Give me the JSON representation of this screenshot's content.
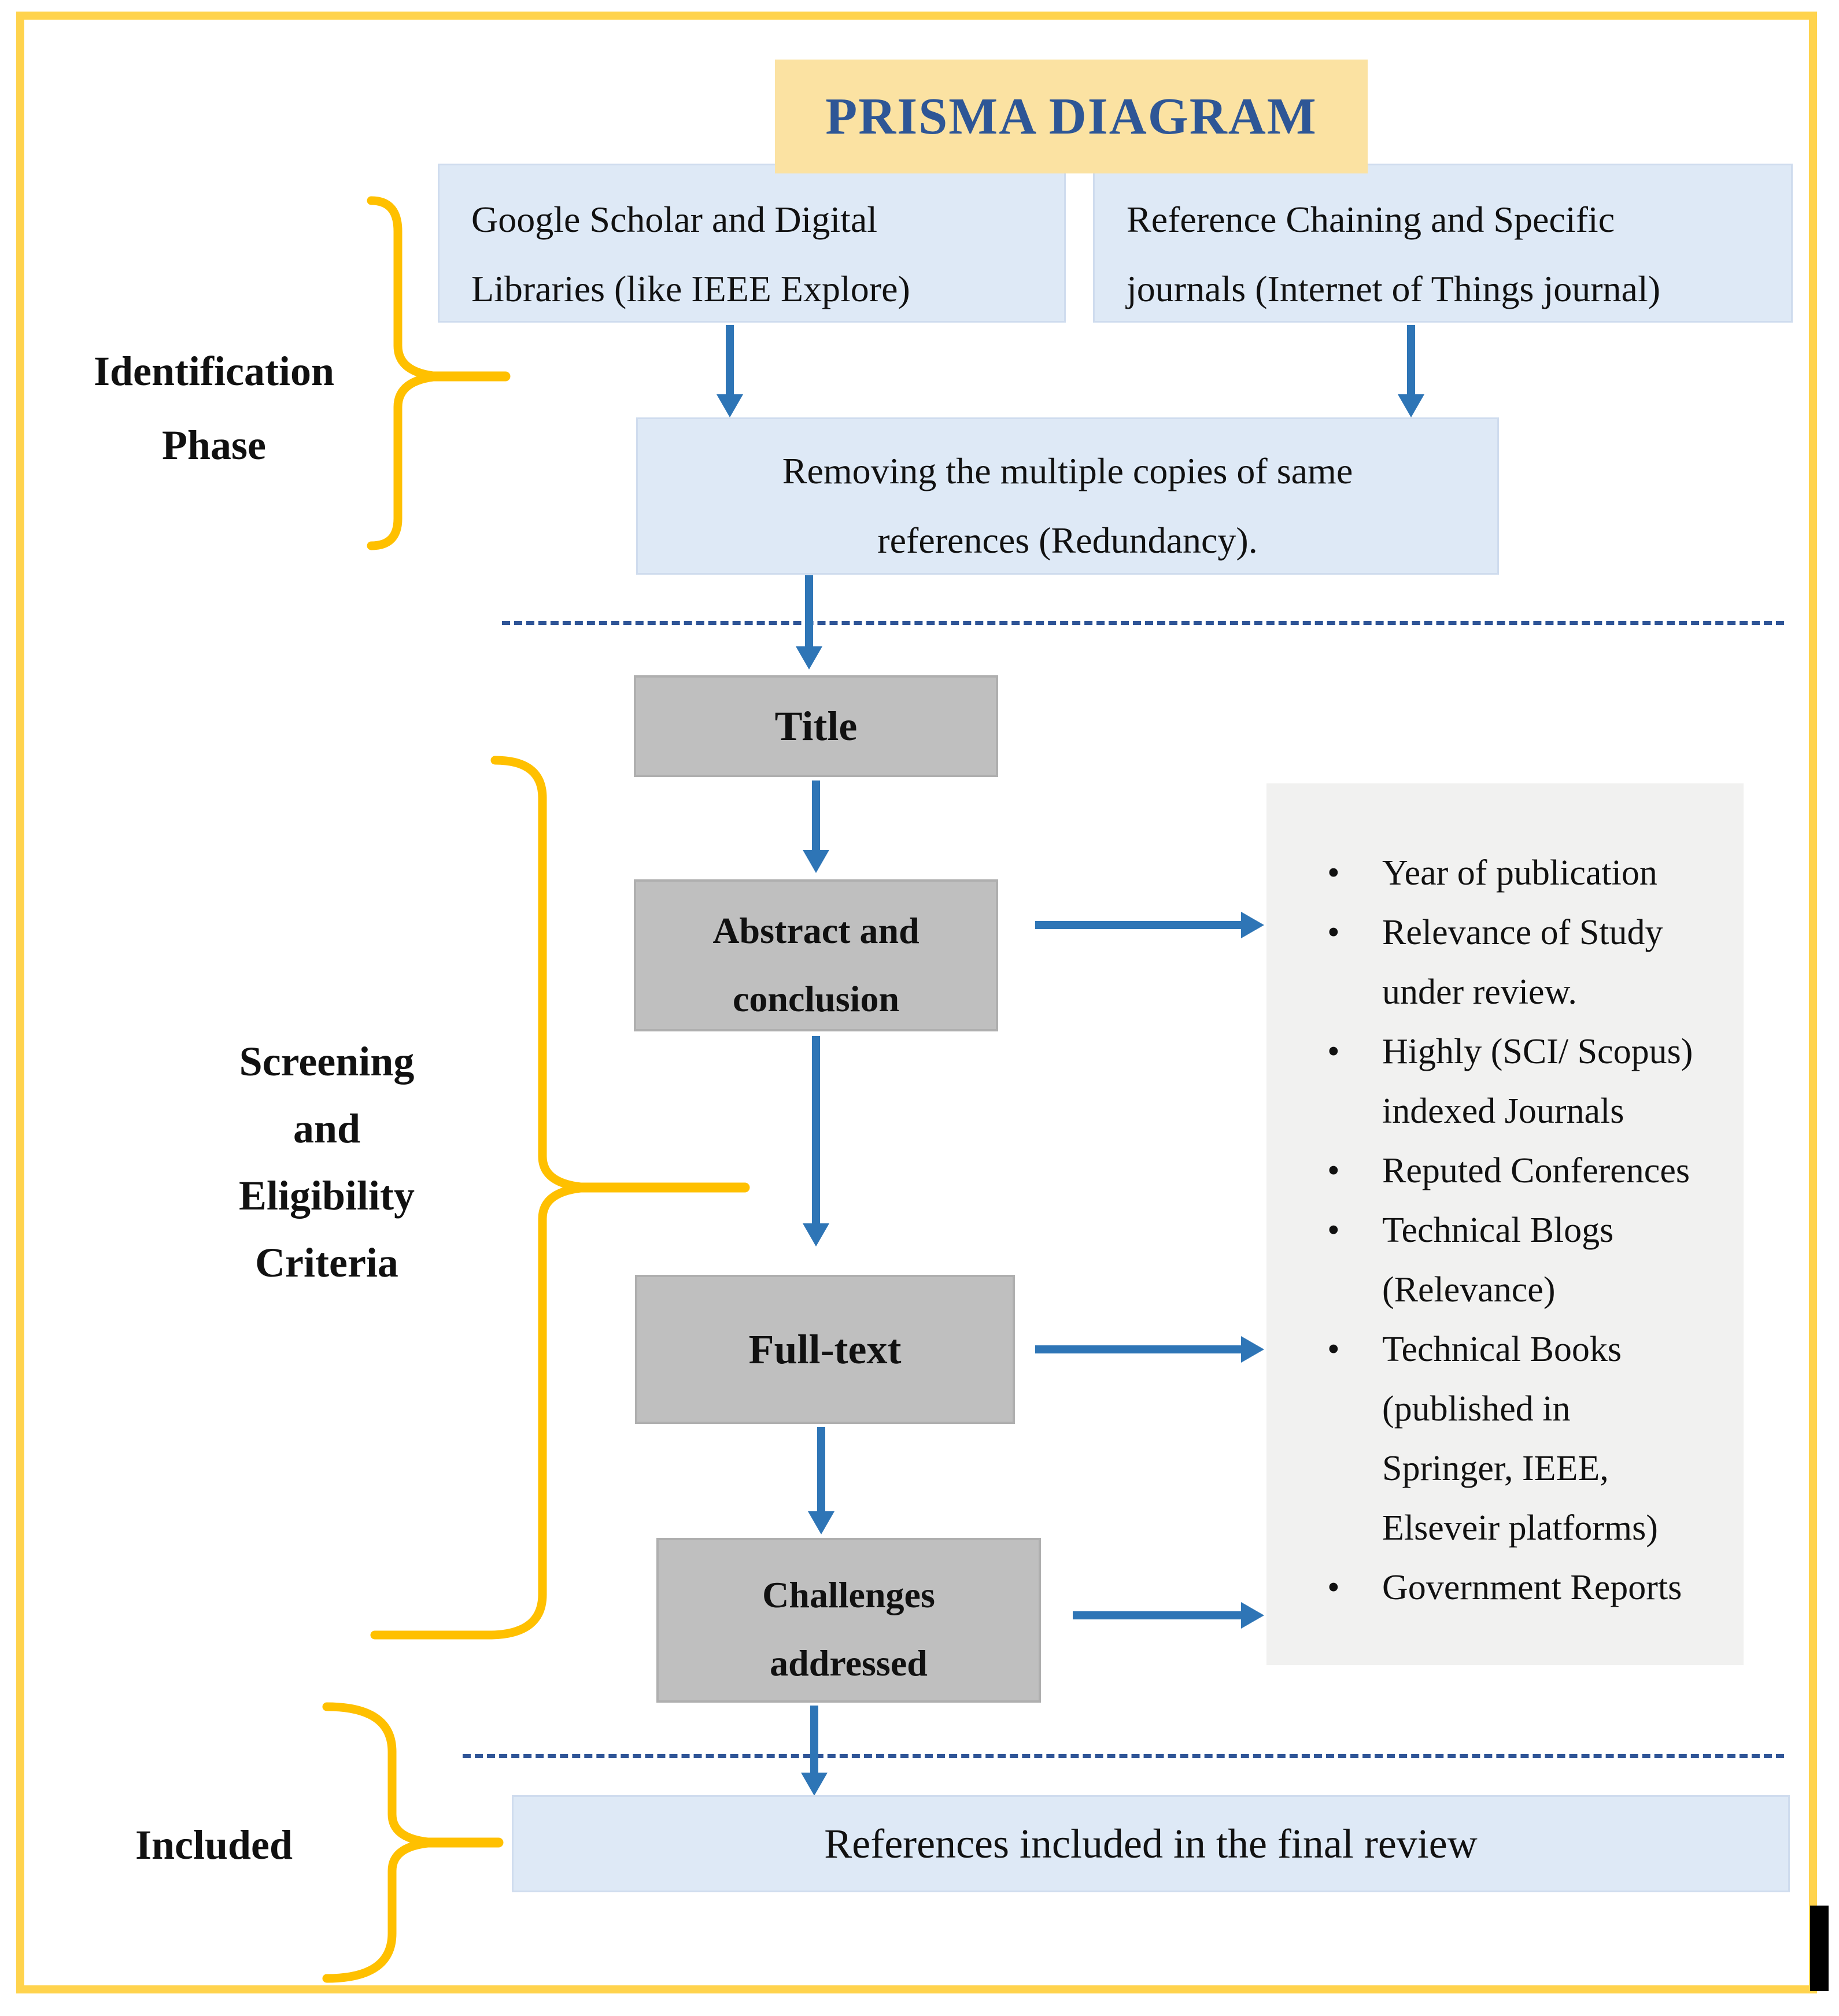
{
  "title_banner": {
    "text": "PRISMA DIAGRAM"
  },
  "phase_labels": {
    "identification": {
      "lines": [
        "Identification",
        "Phase"
      ]
    },
    "screening": {
      "lines": [
        "Screening",
        "and",
        "Eligibility",
        "Criteria"
      ]
    },
    "included": {
      "lines": [
        "Included"
      ]
    }
  },
  "nodes": {
    "source_scholar": {
      "lines": [
        "Google Scholar and Digital",
        "Libraries (like IEEE Explore)"
      ]
    },
    "source_reference": {
      "lines": [
        "Reference Chaining and Specific",
        "journals (Internet of Things journal)"
      ]
    },
    "dedup": {
      "lines": [
        "Removing the multiple copies of same",
        "references (Redundancy)."
      ]
    },
    "title_step": {
      "lines": [
        "Title"
      ]
    },
    "abstract_step": {
      "lines": [
        "Abstract and",
        "conclusion"
      ]
    },
    "fulltext_step": {
      "lines": [
        "Full-text"
      ]
    },
    "challenges_step": {
      "lines": [
        "Challenges",
        "addressed"
      ]
    },
    "final_step": {
      "lines": [
        "References included in the final review"
      ]
    }
  },
  "criteria": {
    "items": [
      {
        "lines": [
          "Year of publication"
        ]
      },
      {
        "lines": [
          "Relevance of Study",
          "under review."
        ]
      },
      {
        "lines": [
          "Highly (SCI/ Scopus)",
          "indexed Journals"
        ]
      },
      {
        "lines": [
          "Reputed Conferences"
        ]
      },
      {
        "lines": [
          "Technical Blogs",
          "(Relevance)"
        ]
      },
      {
        "lines": [
          "Technical Books",
          "(published in",
          "Springer, IEEE,",
          "Elseveir platforms)"
        ]
      },
      {
        "lines": [
          "Government Reports"
        ]
      }
    ]
  },
  "colors": {
    "frame_yellow": "#FFD34D",
    "brace_yellow": "#FFC000",
    "banner_bg": "#FBE2A2",
    "banner_text": "#2E5696",
    "blue_node_bg": "#DEE9F6",
    "gray_node_bg": "#BFBFBF",
    "criteria_panel_bg": "#F1F1F0",
    "arrow_blue": "#2E75B6",
    "dashed_blue": "#2F5597"
  }
}
